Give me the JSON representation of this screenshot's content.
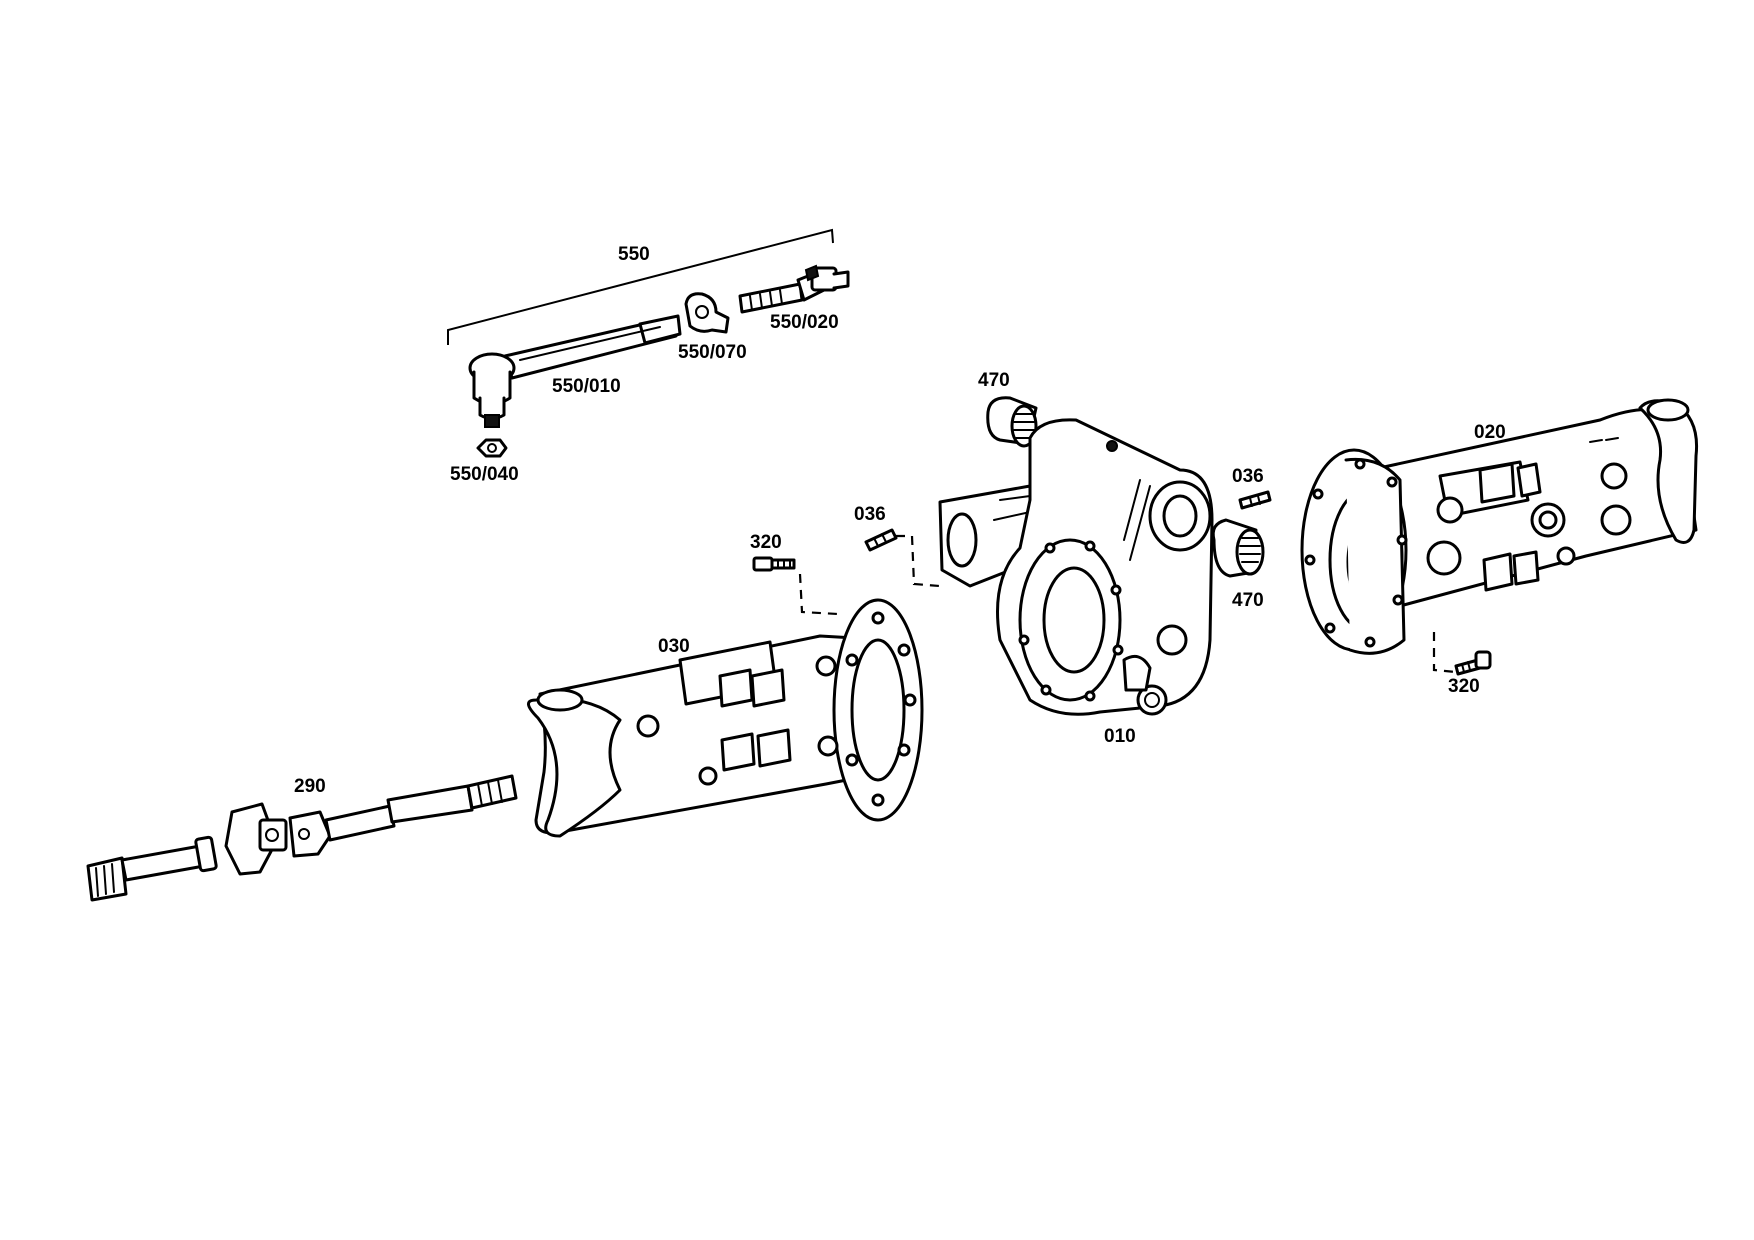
{
  "callouts": {
    "c550": "550",
    "c550_010": "550/010",
    "c550_070": "550/070",
    "c550_020": "550/020",
    "c550_040": "550/040",
    "c470_top": "470",
    "c470_right": "470",
    "c036_left": "036",
    "c036_right": "036",
    "c320_left": "320",
    "c320_right": "320",
    "c030": "030",
    "c010": "010",
    "c020": "020",
    "c290": "290"
  },
  "colors": {
    "line": "#000000",
    "background": "#ffffff"
  }
}
